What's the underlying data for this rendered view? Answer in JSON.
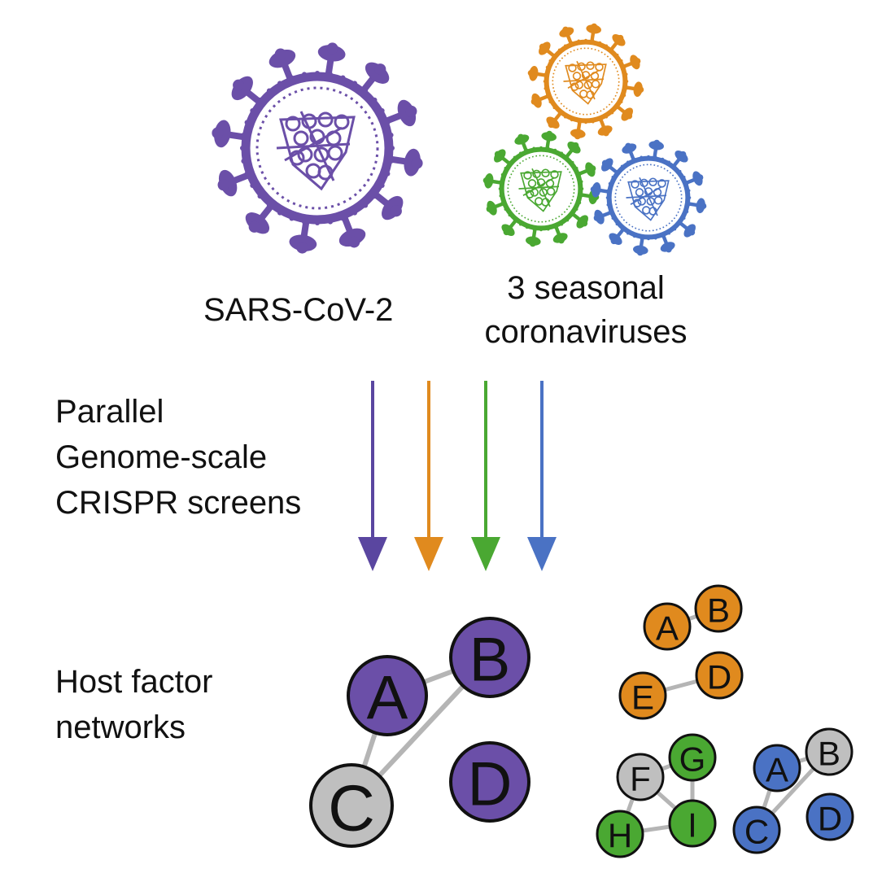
{
  "colors": {
    "sars": "#6b4fa8",
    "orange": "#e08a1e",
    "green": "#4aa832",
    "blue": "#4a72c4",
    "gray": "#bfbfbf",
    "edge": "#b5b5b5"
  },
  "viruses": {
    "sars_label": "SARS-CoV-2",
    "seasonal_label_line1": "3 seasonal",
    "seasonal_label_line2": "coronaviruses"
  },
  "screens": {
    "line1": "Parallel",
    "line2": "Genome-scale",
    "line3": "CRISPR screens"
  },
  "networks": {
    "line1": "Host factor",
    "line2": "networks",
    "sars_nodes": [
      "A",
      "B",
      "C",
      "D"
    ],
    "orange_nodes": [
      "A",
      "B",
      "E",
      "D"
    ],
    "green_nodes": [
      "F",
      "G",
      "H",
      "I"
    ],
    "blue_nodes": [
      "A",
      "B",
      "C",
      "D"
    ]
  }
}
